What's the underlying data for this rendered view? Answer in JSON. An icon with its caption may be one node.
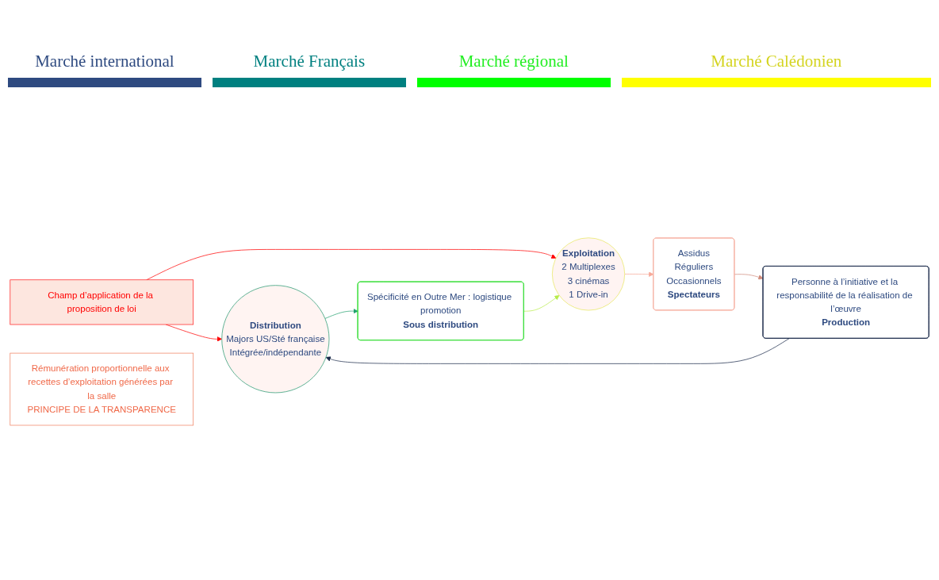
{
  "diagram": {
    "nodes": [
      {
        "text": [
          "Champ d’application de la proposition de loi"
        ]
      },
      {
        "text": [
          "Personne à l’initiative et la responsabilité de la réalisation de l’œuvre",
          "Production"
        ]
      },
      {
        "text": [
          "Distribution",
          "Majors US/Sté française",
          "Intégrée/indépendante"
        ]
      },
      {
        "text": [
          "Spécificité en Outre Mer : logistique promotion",
          "Sous distribution"
        ]
      },
      {
        "text": [
          "Exploitation",
          "2 Multiplexes",
          "3 cinémas",
          "1 Drive-in"
        ]
      },
      {
        "text": [
          "Assidus",
          "Réguliers",
          "Occasionnels",
          "Spectateurs"
        ]
      },
      {
        "text": [
          "Rémunération proportionnelle aux recettes d’exploitation générées par la salle",
          "PRINCIPE DE LA TRANSPARENCE"
        ]
      }
    ],
    "edges": [
      {
        "from": 0,
        "to": 2,
        "arrow": "to",
        "color": "#ff0000"
      },
      {
        "from": 0,
        "to": 4,
        "arrow": "to",
        "color": "#ff0000"
      },
      {
        "from": 1,
        "to": 2,
        "arrow": "to",
        "color": "#1b2a4a"
      },
      {
        "from": 2,
        "to": 3,
        "arrow": "to",
        "color": "#23a06e"
      },
      {
        "from": 3,
        "to": 4,
        "arrow": "to",
        "color": "#b8ec4a"
      },
      {
        "from": 4,
        "to": 5,
        "arrow": "to",
        "color": "#f7a898"
      },
      {
        "from": 5,
        "to": 1,
        "arrow": "to",
        "color": "#d08a7a"
      }
    ],
    "labels": [
      "Marché international",
      "Marché Français",
      "Marché régional",
      "Marché Calédonien"
    ]
  }
}
